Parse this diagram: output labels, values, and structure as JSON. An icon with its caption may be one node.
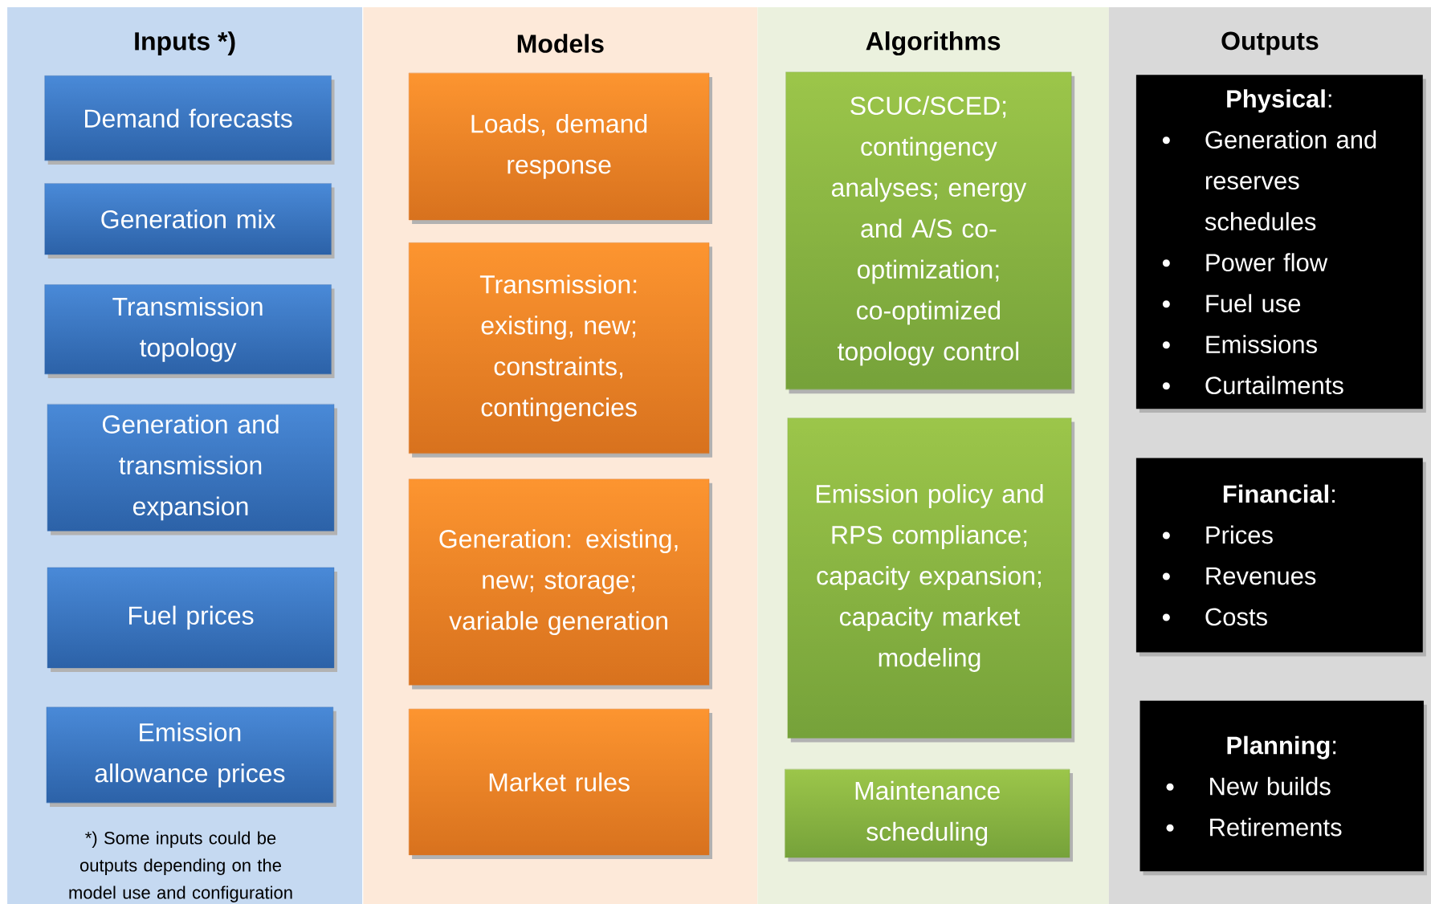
{
  "diagram": {
    "nodes": [
      {
        "text": [
          "Inputs *)"
        ]
      },
      {
        "text": [
          "Demand forecasts"
        ],
        "in": 0
      },
      {
        "text": [
          "Generation mix"
        ],
        "in": 0
      },
      {
        "text": [
          "Transmission topology"
        ],
        "in": 0
      },
      {
        "text": [
          "Generation and transmission expansion"
        ],
        "in": 0
      },
      {
        "text": [
          "Fuel prices"
        ],
        "in": 0
      },
      {
        "text": [
          "Emission allowance prices"
        ],
        "in": 0
      },
      {
        "text": [
          "Models"
        ]
      },
      {
        "text": [
          "Loads, demand response"
        ],
        "in": 7
      },
      {
        "text": [
          "Transmission: existing, new; constraints, contingencies"
        ],
        "in": 7
      },
      {
        "text": [
          "Generation: existing, new; storage; variable generation"
        ],
        "in": 7
      },
      {
        "text": [
          "Market rules"
        ],
        "in": 7
      },
      {
        "text": [
          "Algorithms"
        ]
      },
      {
        "text": [
          "SCUC/SCED; contingency analyses; energy and A/S co-optimization; co-optimized topology control"
        ],
        "in": 12
      },
      {
        "text": [
          "Emission policy and RPS compliance; capacity expansion; capacity market modeling"
        ],
        "in": 12
      },
      {
        "text": [
          "Maintenance scheduling"
        ],
        "in": 12
      },
      {
        "text": [
          "Outputs"
        ]
      },
      {
        "text": [
          "**Physical**:",
          "Generation and reserves schedules",
          "Power flow",
          "Fuel use",
          "Emissions",
          "Curtailments"
        ],
        "in": 16
      },
      {
        "text": [
          "**Financial**:",
          "Prices",
          "Revenues",
          "Costs"
        ],
        "in": 16
      },
      {
        "text": [
          "**Planning**:",
          "New builds",
          "Retirements"
        ],
        "in": 16
      }
    ],
    "labels": [
      "*) Some inputs could be outputs depending on the model use and configuration"
    ]
  }
}
